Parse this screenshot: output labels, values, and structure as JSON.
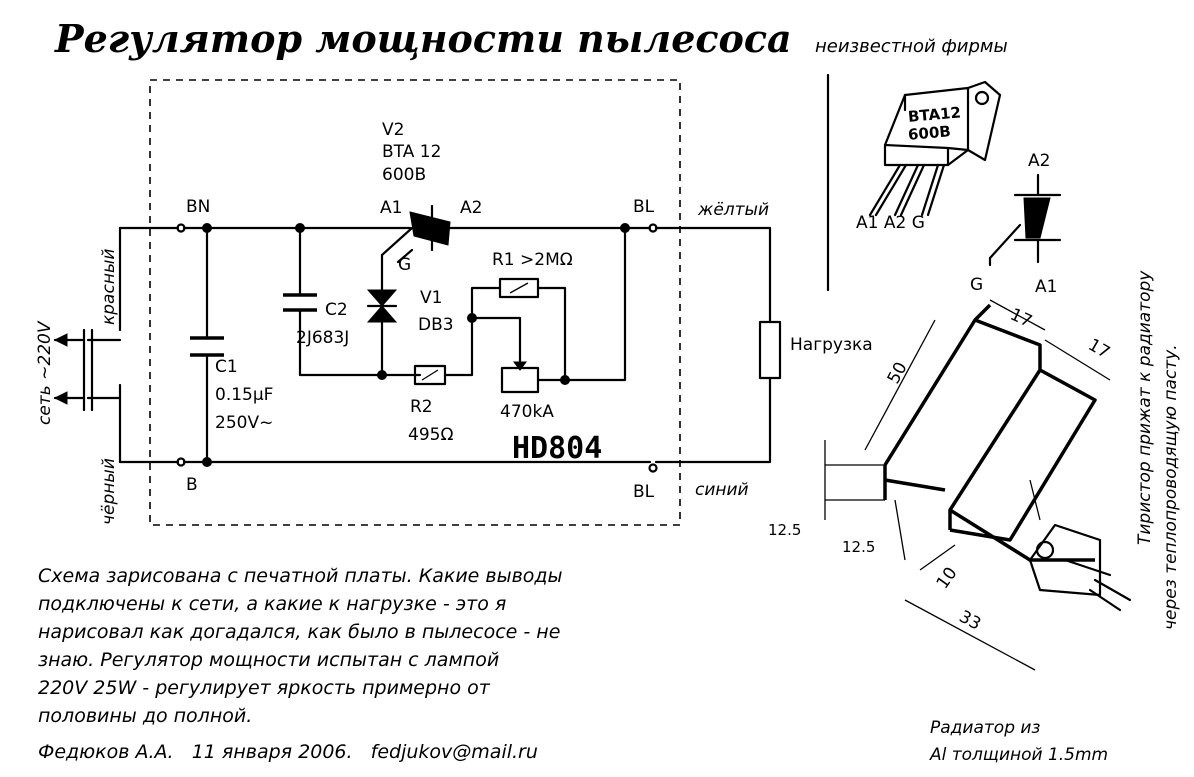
{
  "title": "Регулятор мощности пылесоса",
  "subtitle": "неизвестной фирмы",
  "schematic": {
    "v2": [
      "V2",
      "BTA 12",
      "600B"
    ],
    "a1": "A1",
    "a2": "A2",
    "g": "G",
    "bn_top": "BN",
    "b_bottom": "B",
    "bl_top": "BL",
    "bl_bottom": "BL",
    "yellow": "жёлтый",
    "blue": "синий",
    "red": "красный",
    "black": "чёрный",
    "mains": "сеть ~220V",
    "load": "Нагрузка",
    "c1": [
      "C1",
      "0.15µF",
      "250V~"
    ],
    "c2": [
      "C2",
      "2J683J"
    ],
    "v1": [
      "V1",
      "DB3"
    ],
    "r1": "R1 >2MΩ",
    "r2": [
      "R2",
      "495Ω"
    ],
    "pot": "470kA",
    "board": "HD804"
  },
  "package": {
    "marking": [
      "BTA12",
      "600B"
    ],
    "pins": "A1 A2 G",
    "sym_a2": "A2",
    "sym_g": "G",
    "sym_a1": "A1"
  },
  "radiator": {
    "dim_17a": "17",
    "dim_17b": "17",
    "dim_50": "50",
    "dim_125a": "12.5",
    "dim_125b": "12.5",
    "dim_10": "10",
    "dim_33": "33",
    "mount_note": [
      "Тиристор прижат к радиатору",
      "через теплопроводящую пасту."
    ],
    "material": [
      "Радиатор из",
      "Al толщиной 1.5mm"
    ]
  },
  "notes": [
    "Схема зарисована с печатной платы. Какие выводы",
    "подключены к сети, а какие к нагрузке - это я",
    "нарисовал как догадался, как было в пылесосе - не",
    "знаю. Регулятор мощности испытан с лампой",
    "220V 25W - регулирует яркость примерно от",
    "половины до полной."
  ],
  "signature": "Федюков А.А.   11 января 2006.   fedjukov@mail.ru"
}
